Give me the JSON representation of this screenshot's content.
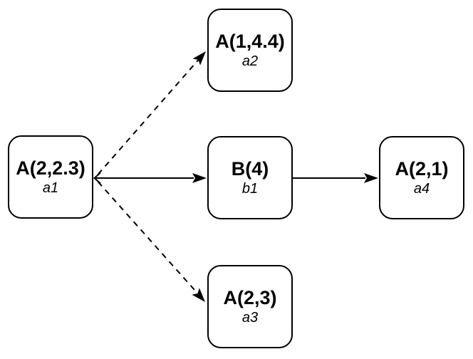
{
  "diagram": {
    "background_color": "#ffffff",
    "stroke_color": "#000000",
    "nodes": [
      {
        "id": "a1",
        "label": "A(2,2.3)",
        "sublabel": "a1"
      },
      {
        "id": "a2",
        "label": "A(1,4.4)",
        "sublabel": "a2"
      },
      {
        "id": "b1",
        "label": "B(4)",
        "sublabel": "b1"
      },
      {
        "id": "a3",
        "label": "A(2,3)",
        "sublabel": "a3"
      },
      {
        "id": "a4",
        "label": "A(2,1)",
        "sublabel": "a4"
      }
    ],
    "edges": [
      {
        "from": "a1",
        "to": "a2",
        "style": "dashed",
        "arrowhead": "filled-triangle"
      },
      {
        "from": "a1",
        "to": "b1",
        "style": "solid",
        "arrowhead": "filled-triangle",
        "tail": "open-vee"
      },
      {
        "from": "a1",
        "to": "a3",
        "style": "dashed",
        "arrowhead": "filled-triangle"
      },
      {
        "from": "b1",
        "to": "a4",
        "style": "solid",
        "arrowhead": "filled-triangle"
      }
    ]
  }
}
